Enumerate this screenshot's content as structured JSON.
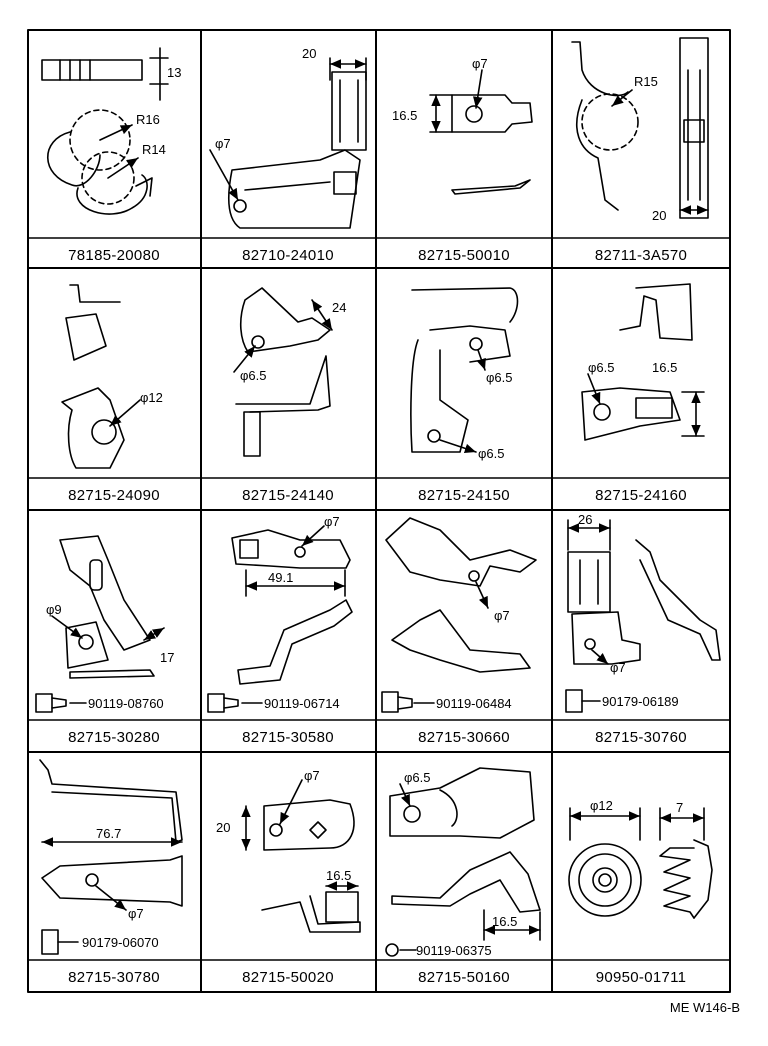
{
  "sheet_code": "ME  W146-B",
  "cells": [
    {
      "part_no": "78185-20080",
      "dims": [
        "13",
        "R16",
        "R14"
      ]
    },
    {
      "part_no": "82710-24010",
      "dims": [
        "20",
        "φ7"
      ]
    },
    {
      "part_no": "82715-50010",
      "dims": [
        "φ7",
        "16.5"
      ]
    },
    {
      "part_no": "82711-3A570",
      "dims": [
        "R15",
        "20"
      ]
    },
    {
      "part_no": "82715-24090",
      "dims": [
        "φ12"
      ]
    },
    {
      "part_no": "82715-24140",
      "dims": [
        "24",
        "φ6.5"
      ]
    },
    {
      "part_no": "82715-24150",
      "dims": [
        "φ6.5",
        "φ6.5"
      ]
    },
    {
      "part_no": "82715-24160",
      "dims": [
        "φ6.5",
        "16.5"
      ]
    },
    {
      "part_no": "82715-30280",
      "dims": [
        "φ9",
        "17"
      ],
      "bolt": "90119-08760"
    },
    {
      "part_no": "82715-30580",
      "dims": [
        "φ7",
        "49.1"
      ],
      "bolt": "90119-06714"
    },
    {
      "part_no": "82715-30660",
      "dims": [
        "φ7"
      ],
      "bolt": "90119-06484"
    },
    {
      "part_no": "82715-30760",
      "dims": [
        "26",
        "φ7"
      ],
      "bolt": "90179-06189"
    },
    {
      "part_no": "82715-30780",
      "dims": [
        "76.7",
        "φ7"
      ],
      "bolt": "90179-06070"
    },
    {
      "part_no": "82715-50020",
      "dims": [
        "φ7",
        "20",
        "16.5"
      ]
    },
    {
      "part_no": "82715-50160",
      "dims": [
        "φ6.5",
        "16.5"
      ],
      "bolt": "90119-06375"
    },
    {
      "part_no": "90950-01711",
      "dims": [
        "φ12",
        "7"
      ]
    }
  ]
}
